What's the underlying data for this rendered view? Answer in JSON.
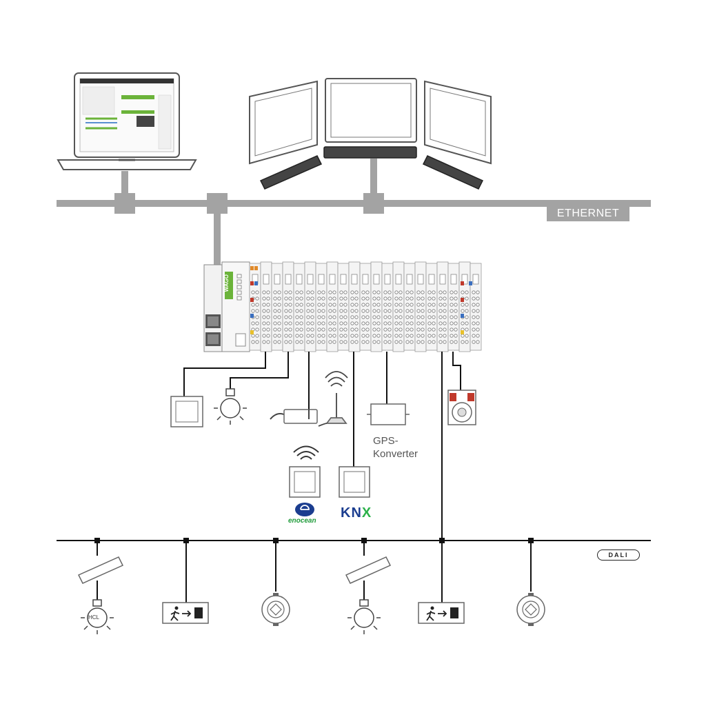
{
  "labels": {
    "ethernet": "ETHERNET",
    "gps_line1": "GPS-",
    "gps_line2": "Konverter",
    "enocean": "enocean",
    "knx_k": "KN",
    "knx_x": "X",
    "dali": "DALI",
    "hcl": "HCL",
    "controller_brand": "WAGO"
  },
  "icons": [
    "laptop-icon",
    "monitor-icon",
    "keyboard-icon",
    "controller-icon",
    "switch-icon",
    "bulb-icon",
    "ballast-icon",
    "antenna-icon",
    "gps-box-icon",
    "sensor-icon",
    "exit-sign-icon",
    "downlight-icon",
    "wireless-icon"
  ],
  "colors": {
    "bus_grey": "#a3a3a3",
    "line_black": "#111111",
    "wago_green": "#6bb33a",
    "knx_blue": "#1b3d8f",
    "enocean_green": "#1f9b3a"
  }
}
